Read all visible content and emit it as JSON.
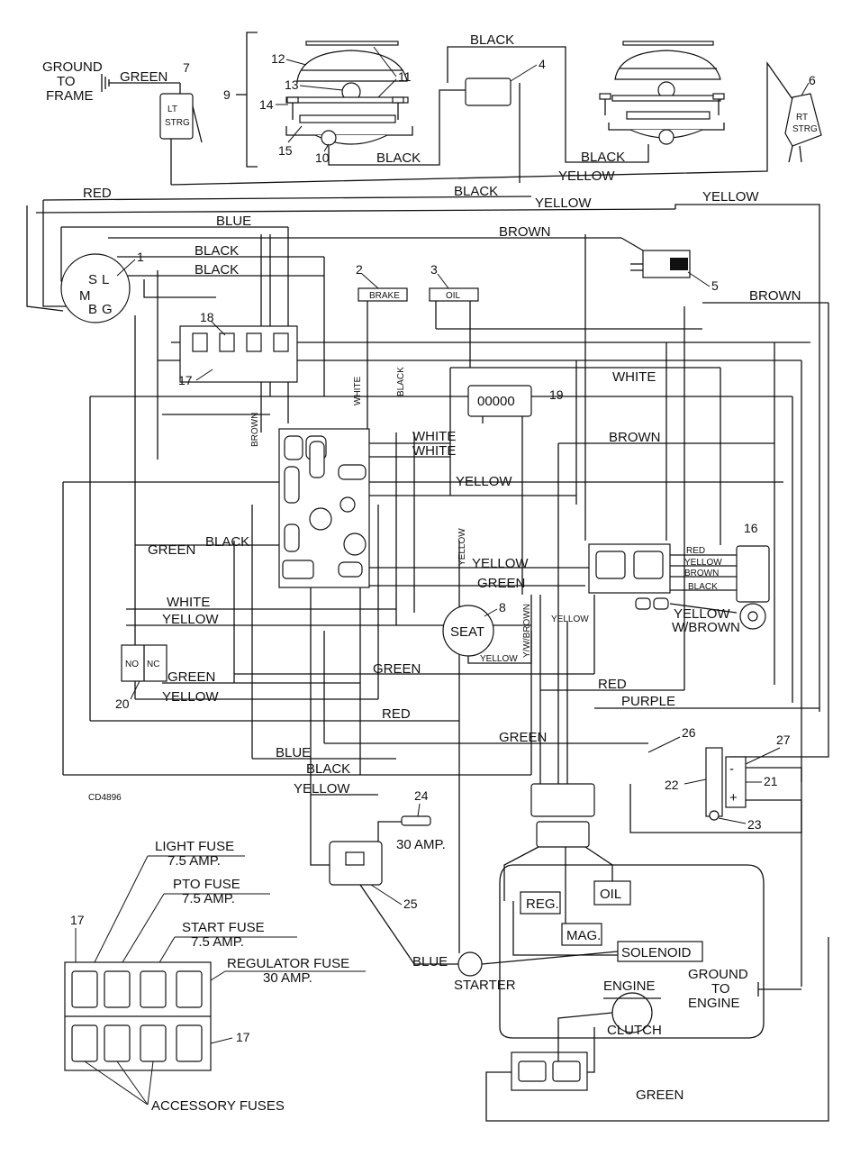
{
  "diagram": {
    "ref_code": "CD4896",
    "wire_labels": {
      "green_ground": "GREEN",
      "black_top": "BLACK",
      "black_clutch_left": "BLACK",
      "black_clutch_right": "BLACK",
      "yellow_top": "YELLOW",
      "black_mid": "BLACK",
      "red_top": "RED",
      "yellow_right_top": "YELLOW",
      "yellow_mid": "YELLOW",
      "blue_top": "BLUE",
      "brown_top": "BROWN",
      "black_sw1": "BLACK",
      "black_sw2": "BLACK",
      "brown_right": "BROWN",
      "white_vertical": "WHITE",
      "black_vertical": "BLACK",
      "white_right": "WHITE",
      "white_a": "WHITE",
      "white_b": "WHITE",
      "brown_small": "BROWN",
      "brown_mid": "BROWN",
      "yellow_center": "YELLOW",
      "green_left": "GREEN",
      "black_left": "BLACK",
      "yellow_center2": "YELLOW",
      "yellow_vertical": "YELLOW",
      "green_center": "GREEN",
      "white_left": "WHITE",
      "yellow_left": "YELLOW",
      "yellow_seat": "YELLOW",
      "yw_brown_vertical": "Y/W/BROWN",
      "yellow_seat_lower": "YELLOW",
      "green_left2": "GREEN",
      "yellow_left2": "YELLOW",
      "green_lower": "GREEN",
      "red_lower_right": "RED",
      "red_lower": "RED",
      "purple": "PURPLE",
      "green_lower2": "GREEN",
      "blue_lower": "BLUE",
      "black_lower": "BLACK",
      "yellow_lower": "YELLOW",
      "blue_starter": "BLUE",
      "green_bottom": "GREEN",
      "c16_red": "RED",
      "c16_yellow": "YELLOW",
      "c16_brown": "BROWN",
      "c16_black": "BLACK",
      "c16_yellow_w": "YELLOW",
      "c16_w_brown": "W/BROWN"
    },
    "component_labels": {
      "ground_to_frame_l1": "GROUND",
      "ground_to_frame_l2": "TO",
      "ground_to_frame_l3": "FRAME",
      "lt_strg_l1": "LT",
      "lt_strg_l2": "STRG",
      "rt_strg_l1": "RT",
      "rt_strg_l2": "STRG",
      "brake": "BRAKE",
      "oil_switch": "OIL",
      "hour_meter": "00000",
      "seat": "SEAT",
      "no_left": "NO",
      "no_right": "NC",
      "ign_s": "S",
      "ign_l": "L",
      "ign_m": "M",
      "ign_b": "B",
      "ign_g": "G",
      "fuse_30amp": "30 AMP.",
      "reg": "REG.",
      "oil": "OIL",
      "mag": "MAG.",
      "solenoid": "SOLENOID",
      "starter": "STARTER",
      "engine": "ENGINE",
      "clutch": "CLUTCH",
      "ground_engine_l1": "GROUND",
      "ground_engine_l2": "TO",
      "ground_engine_l3": "ENGINE",
      "minus": "-",
      "plus": "+"
    },
    "callouts": {
      "c1": "1",
      "c2": "2",
      "c3": "3",
      "c4": "4",
      "c5": "5",
      "c6": "6",
      "c7": "7",
      "c8": "8",
      "c9": "9",
      "c10": "10",
      "c11": "11",
      "c12": "12",
      "c13": "13",
      "c14": "14",
      "c15": "15",
      "c16": "16",
      "c17a": "17",
      "c17b": "17",
      "c17c": "17",
      "c18": "18",
      "c19": "19",
      "c20": "20",
      "c21": "21",
      "c22": "22",
      "c23": "23",
      "c24": "24",
      "c25": "25",
      "c26": "26",
      "c27": "27"
    },
    "fuse_legend": {
      "light_fuse": "LIGHT FUSE",
      "light_amp": "7.5 AMP.",
      "pto_fuse": "PTO FUSE",
      "pto_amp": "7.5 AMP.",
      "start_fuse": "START FUSE",
      "start_amp": "7.5 AMP.",
      "regulator_fuse": "REGULATOR FUSE",
      "regulator_amp": "30 AMP.",
      "accessory_fuses": "ACCESSORY FUSES"
    }
  }
}
